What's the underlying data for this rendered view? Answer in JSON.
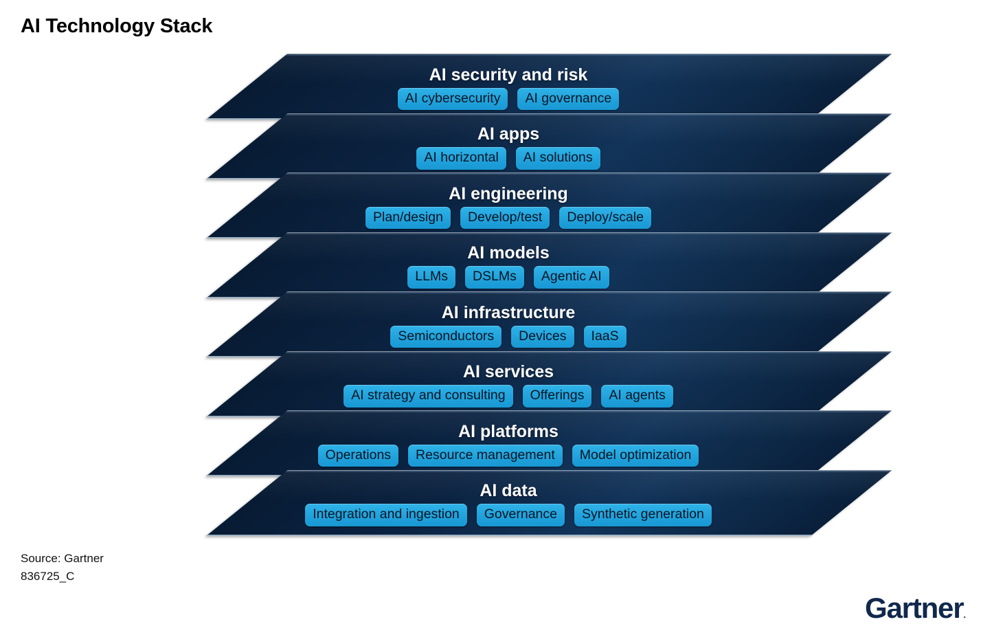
{
  "page": {
    "title": "AI Technology Stack"
  },
  "chart_data": {
    "type": "diagram",
    "diagram_style": "layered-stack",
    "title": "AI Technology Stack",
    "layer_count": 8,
    "order": "top-to-bottom",
    "layers": [
      {
        "title": "AI security and risk",
        "items": [
          "AI cybersecurity",
          "AI governance"
        ]
      },
      {
        "title": "AI apps",
        "items": [
          "AI horizontal",
          "AI solutions"
        ]
      },
      {
        "title": "AI engineering",
        "items": [
          "Plan/design",
          "Develop/test",
          "Deploy/scale"
        ]
      },
      {
        "title": "AI models",
        "items": [
          "LLMs",
          "DSLMs",
          "Agentic AI"
        ]
      },
      {
        "title": "AI infrastructure",
        "items": [
          "Semiconductors",
          "Devices",
          "IaaS"
        ]
      },
      {
        "title": "AI services",
        "items": [
          "AI strategy and consulting",
          "Offerings",
          "AI agents"
        ]
      },
      {
        "title": "AI platforms",
        "items": [
          "Operations",
          "Resource management",
          "Model optimization"
        ]
      },
      {
        "title": "AI data",
        "items": [
          "Integration and ingestion",
          "Governance",
          "Synthetic generation"
        ]
      }
    ]
  },
  "footer": {
    "source": "Source: Gartner",
    "doc_id": "836725_C"
  },
  "brand": {
    "name": "Gartner",
    "registered_mark": "."
  },
  "colors": {
    "layer_navy_dark": "#071b33",
    "layer_navy_light": "#123459",
    "chip_blue": "#23a4dd",
    "chip_text": "#061524",
    "title_text": "#ffffff",
    "page_text": "#000000",
    "brand_navy": "#10284c",
    "background": "#ffffff"
  }
}
